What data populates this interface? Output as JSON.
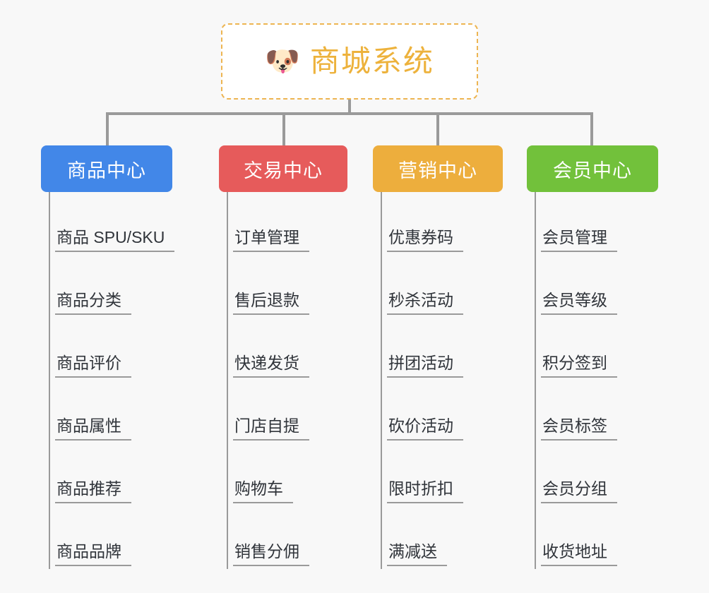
{
  "diagram": {
    "type": "mindmap-org-chart",
    "background_color": "#f8f8f8",
    "root": {
      "icon": "shiba-dog-face-icon",
      "icon_glyph": "🐶",
      "title": "商城系统",
      "text_color": "#edb23c",
      "border_color": "#edb552",
      "border_style": "dashed",
      "background_color": "#ffffff"
    },
    "connector_color": "#9a9a9a",
    "categories": [
      {
        "label": "商品中心",
        "color": "#4287e8",
        "text_color": "#ffffff",
        "items": [
          "商品 SPU/SKU",
          "商品分类",
          "商品评价",
          "商品属性",
          "商品推荐",
          "商品品牌"
        ]
      },
      {
        "label": "交易中心",
        "color": "#e65b5b",
        "text_color": "#ffffff",
        "items": [
          "订单管理",
          "售后退款",
          "快递发货",
          "门店自提",
          "购物车",
          "销售分佣"
        ]
      },
      {
        "label": "营销中心",
        "color": "#edae3d",
        "text_color": "#ffffff",
        "items": [
          "优惠券码",
          "秒杀活动",
          "拼团活动",
          "砍价活动",
          "限时折扣",
          "满减送"
        ]
      },
      {
        "label": "会员中心",
        "color": "#72c13b",
        "text_color": "#ffffff",
        "items": [
          "会员管理",
          "会员等级",
          "积分签到",
          "会员标签",
          "会员分组",
          "收货地址"
        ]
      }
    ]
  }
}
